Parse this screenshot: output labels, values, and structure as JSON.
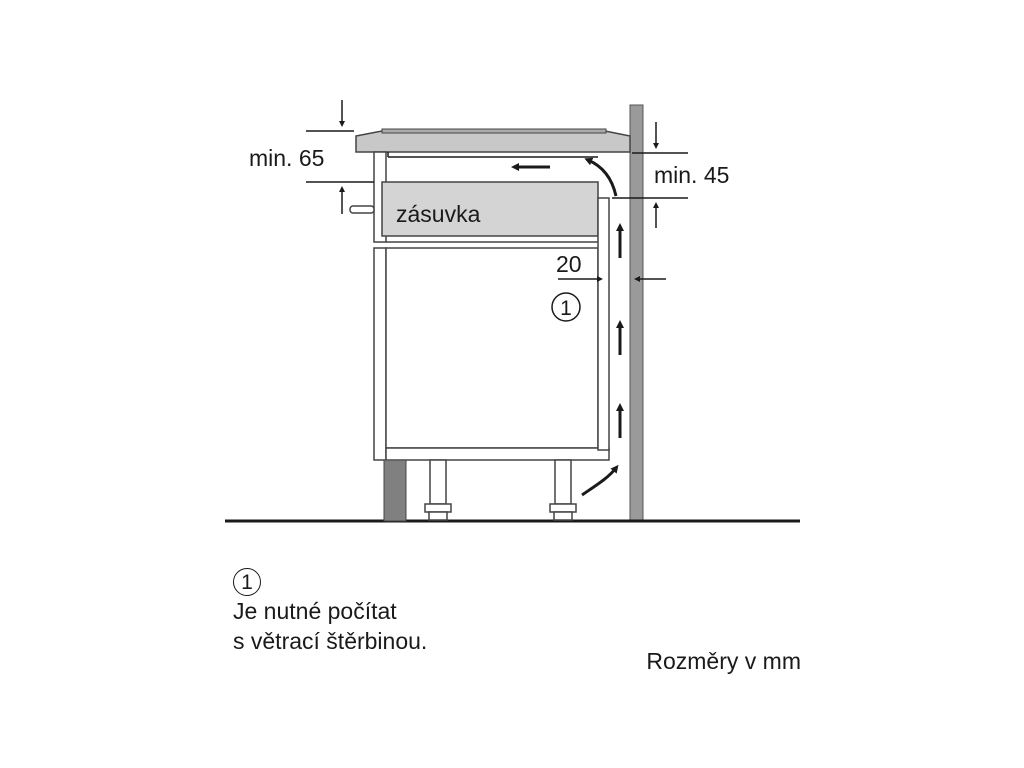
{
  "labels": {
    "min_65": "min. 65",
    "min_45": "min. 45",
    "drawer": "zásuvka",
    "gap_20": "20",
    "marker": "1"
  },
  "note": {
    "marker": "1",
    "line1": "Je nutné počítat",
    "line2": "s větrací štěrbinou."
  },
  "units_caption": "Rozměry v mm",
  "colors": {
    "line": "#1a1a1a",
    "wall": "#9a9a9a",
    "drawer_fill": "#d4d4d4",
    "cooktop": "#c8c8c8"
  }
}
